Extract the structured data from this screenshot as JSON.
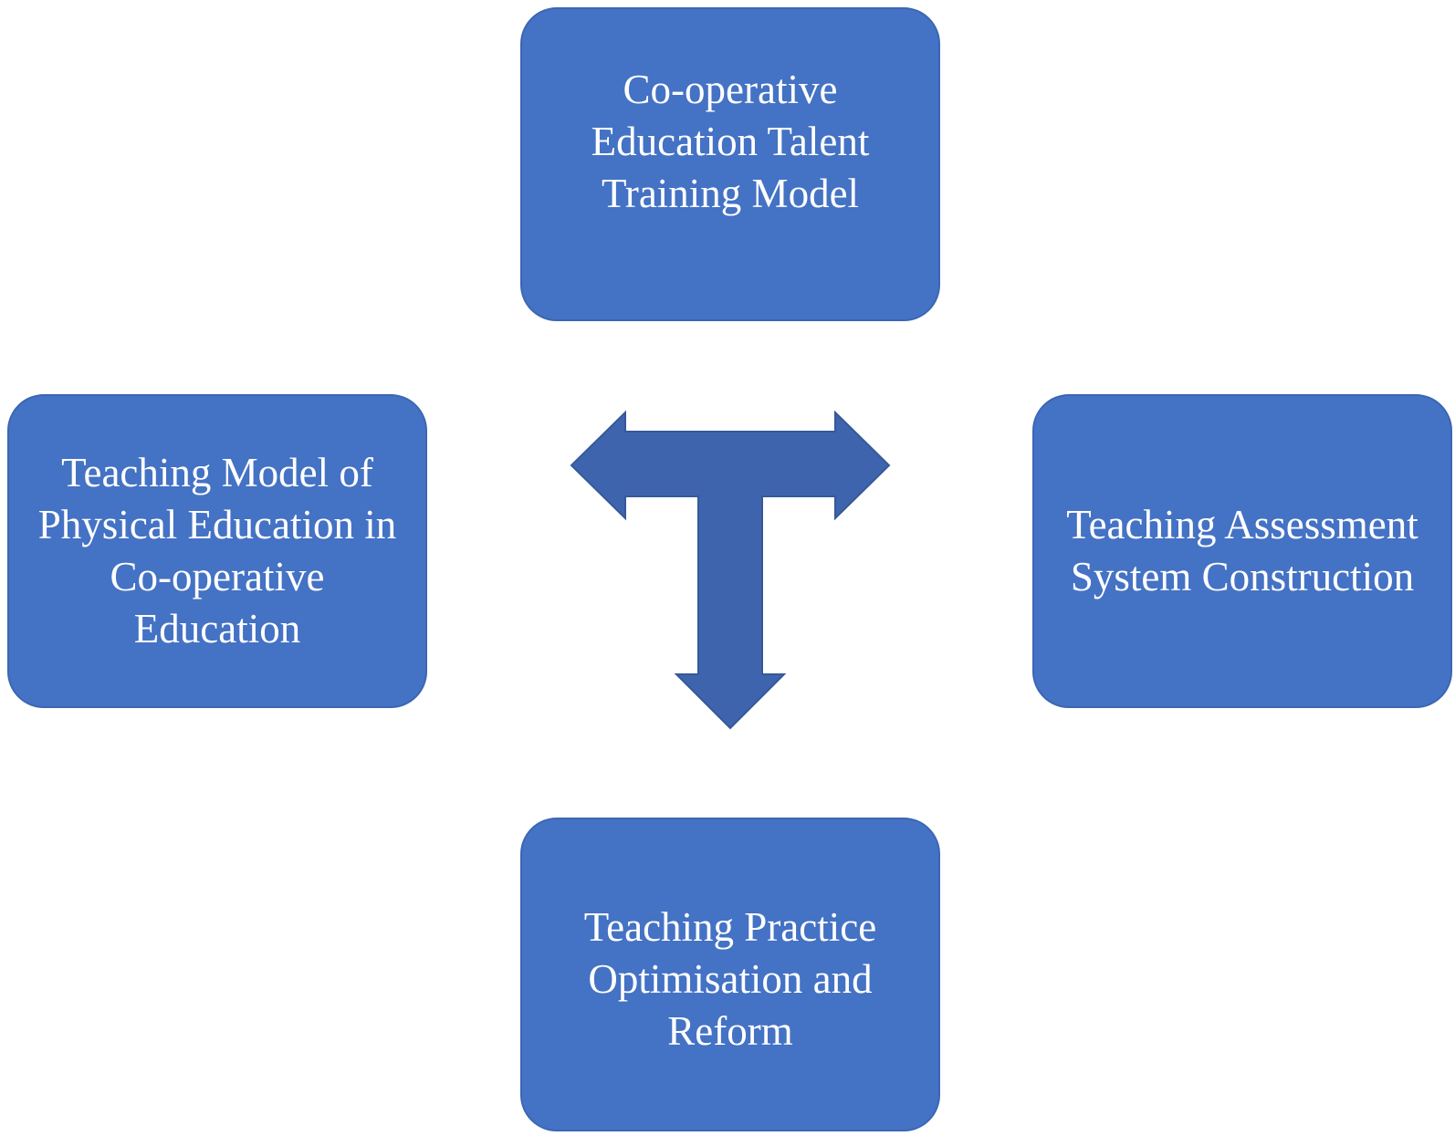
{
  "diagram": {
    "nodes": {
      "top": "Co-operative\nEducation Talent\nTraining Model",
      "left": "Teaching Model of\nPhysical Education in\nCo-operative\nEducation",
      "right": "Teaching Assessment\nSystem Construction",
      "bottom": "Teaching Practice\nOptimisation and\nReform"
    },
    "colors": {
      "box_fill": "#4472c4",
      "arrow_fill": "#3e64ad"
    },
    "center_icon": "t-shaped-three-way-arrow-icon"
  }
}
